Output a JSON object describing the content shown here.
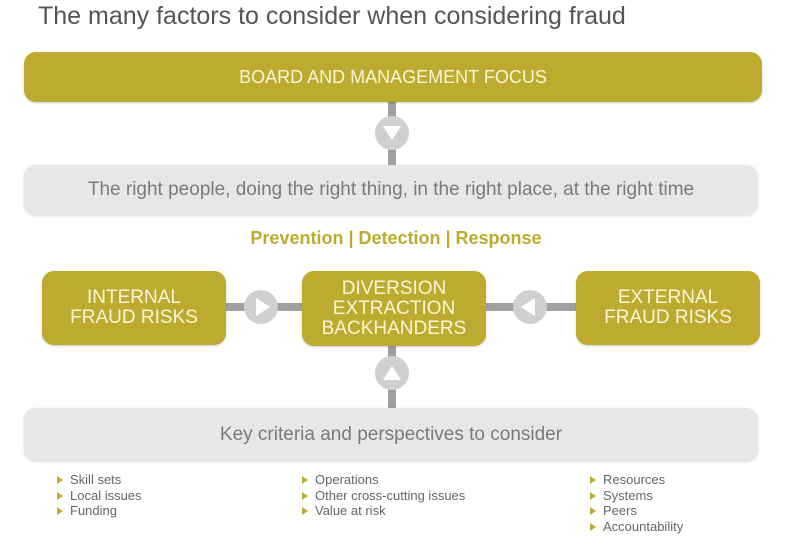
{
  "title": "The many factors to consider when considering fraud",
  "board": "BOARD AND MANAGEMENT FOCUS",
  "people": "The right people, doing the right thing, in the right place, at the right time",
  "pdr": "Prevention | Detection | Response",
  "internal": [
    "INTERNAL",
    "FRAUD RISKS"
  ],
  "center": [
    "DIVERSION",
    "EXTRACTION",
    "BACKHANDERS"
  ],
  "external": [
    "EXTERNAL",
    "FRAUD RISKS"
  ],
  "criteria": "Key criteria and perspectives to consider",
  "bullets": [
    [
      "Skill sets",
      "Local issues",
      "Funding"
    ],
    [
      "Operations",
      "Other cross-cutting issues",
      "Value at risk"
    ],
    [
      "Resources",
      "Systems",
      "Peers",
      "Accountability"
    ]
  ],
  "colors": {
    "gold": "#bcab2e",
    "grey": "#e7e7e7"
  }
}
